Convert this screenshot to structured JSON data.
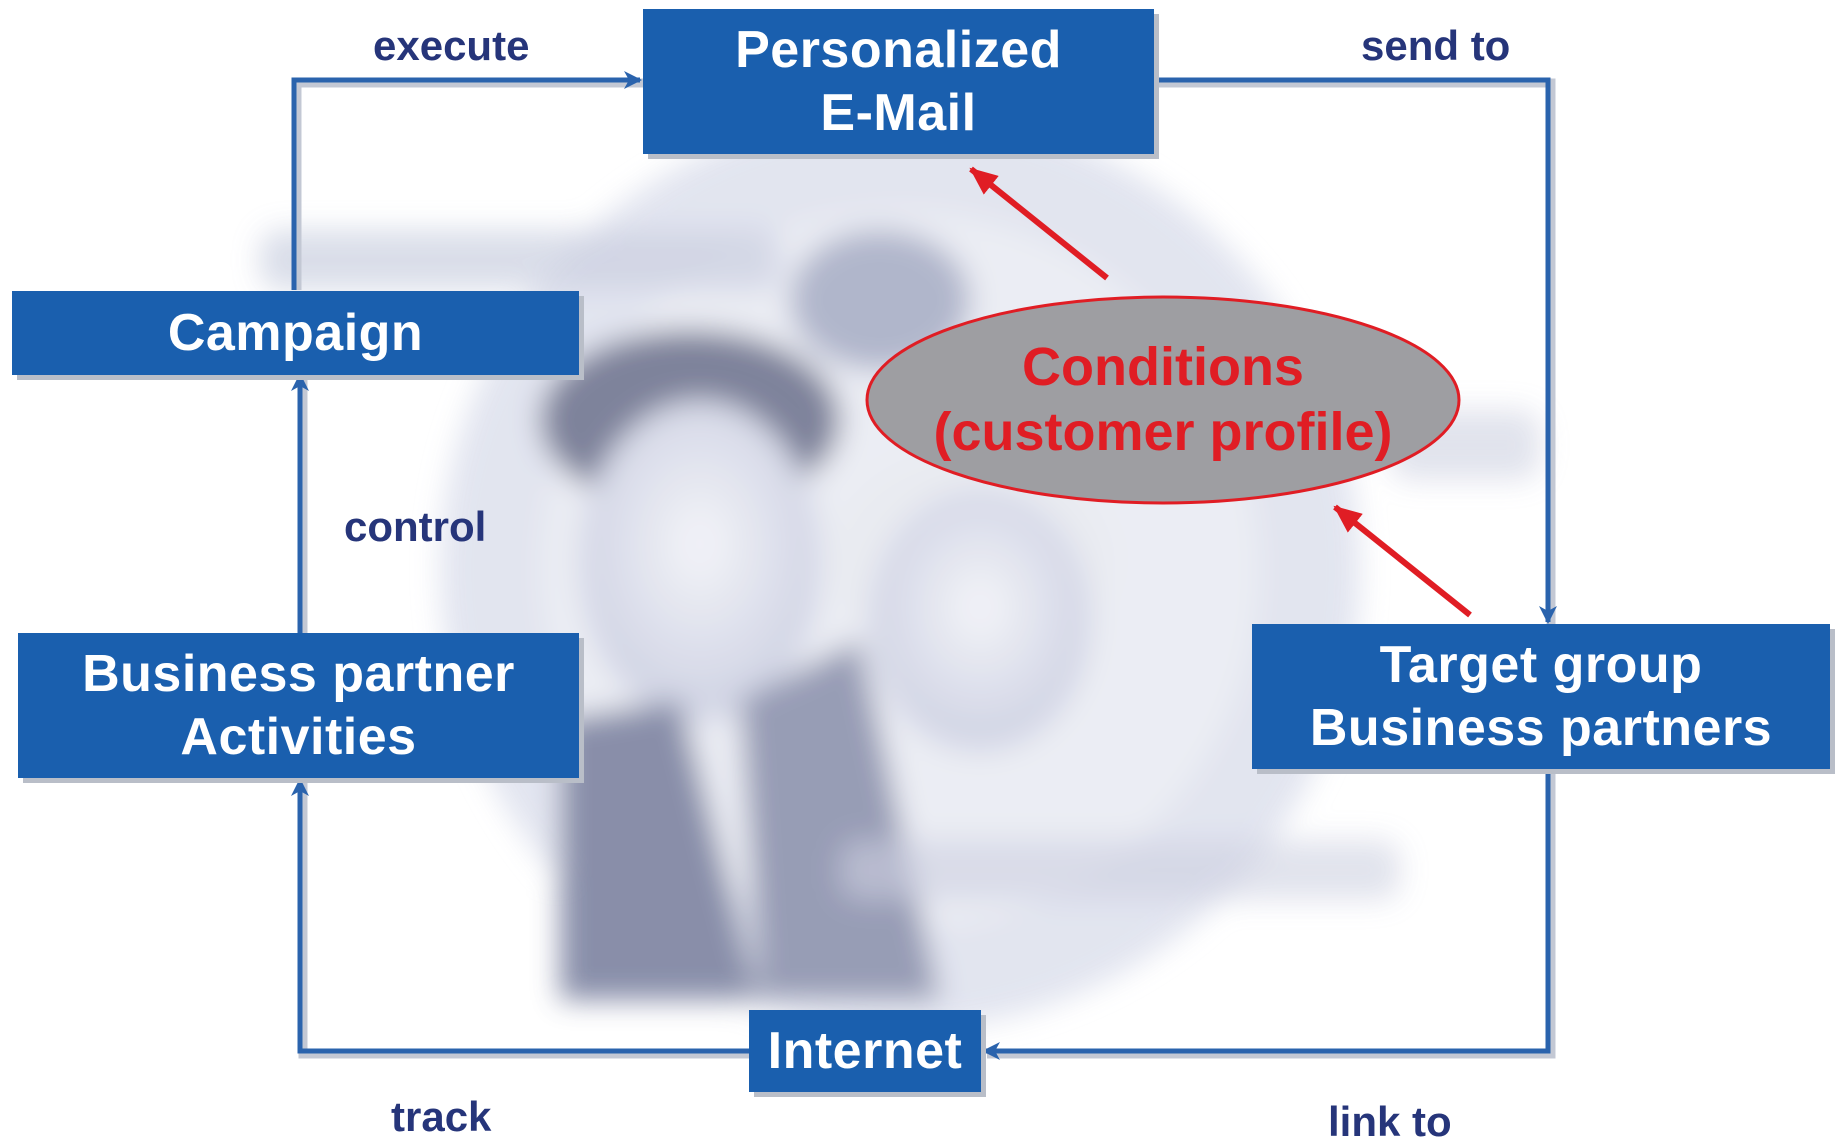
{
  "nodes": {
    "personalized_email": [
      "Personalized",
      "E-Mail"
    ],
    "campaign": "Campaign",
    "business_partner_activities": [
      "Business partner",
      "Activities"
    ],
    "target_group": [
      "Target group",
      "Business partners"
    ],
    "internet": "Internet"
  },
  "conditions": [
    "Conditions",
    "(customer profile)"
  ],
  "edges": {
    "execute": "execute",
    "send_to": "send to",
    "control": "control",
    "track": "track",
    "link_to": "link to"
  },
  "colors": {
    "box": "#1a5fae",
    "connector": "#2a63ad",
    "label": "#26357a",
    "condition_arrow": "#e01d24",
    "condition_text": "#e01d24",
    "ellipse_fill": "#9e9ea2"
  }
}
